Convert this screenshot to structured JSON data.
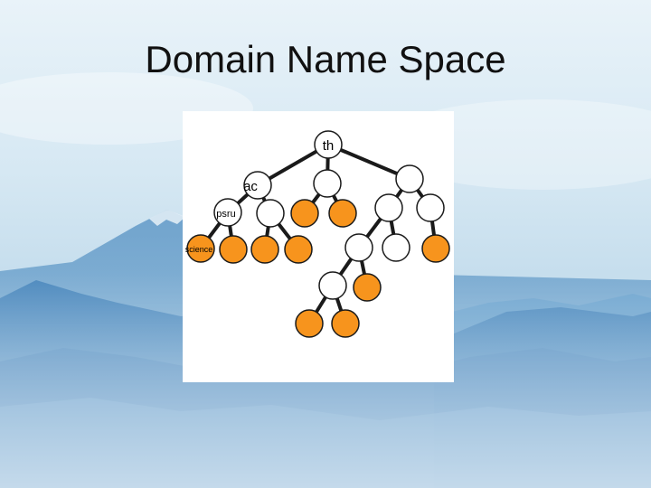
{
  "slide": {
    "title": "Domain Name Space"
  },
  "tree": {
    "labels": {
      "root": "th",
      "level1_left": "ac",
      "level2": "psru",
      "level3": "science"
    },
    "colors": {
      "internal_node": "#ffffff",
      "leaf_node": "#f7941d",
      "edge": "#1a1a1a",
      "node_outline": "#1a1a1a"
    }
  }
}
